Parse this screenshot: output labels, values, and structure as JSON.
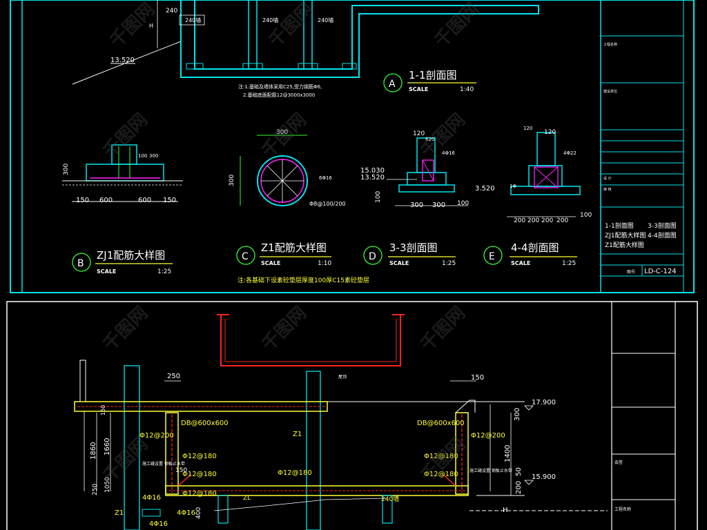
{
  "colors": {
    "background": "#000000",
    "frame": "#00e5ee",
    "dimension": "#ffffff",
    "concrete": "#00e5ee",
    "rebar": "#ff22ff",
    "rebar_yellow": "#ffff33",
    "tank_red": "#ff2222",
    "green": "#33ff33",
    "watermark": "#4a4a4a"
  },
  "watermark": "千图网",
  "top_sheet": {
    "elevation_label": "13.520",
    "tag_240": "240",
    "tag_240_wall": "240墙",
    "h_label": "H",
    "section_1_1": {
      "marker": "A",
      "title": "1-1剖面图",
      "scale_label": "SCALE",
      "scale_value": "1:40"
    },
    "note_1": "注:1.基础及墙体采用C25,受力钢筋Φ6,",
    "note_2": "2.基础底面配筋12@3000x3000",
    "details": [
      {
        "marker": "B",
        "title": "ZJ1配筋大样图",
        "scale_label": "SCALE",
        "scale_value": "1:25"
      },
      {
        "marker": "C",
        "title": "Z1配筋大样图",
        "scale_label": "SCALE",
        "scale_value": "1:10"
      },
      {
        "marker": "D",
        "title": "3-3剖面图",
        "scale_label": "SCALE",
        "scale_value": "1:25"
      },
      {
        "marker": "E",
        "title": "4-4剖面图",
        "scale_label": "SCALE",
        "scale_value": "1:25"
      }
    ],
    "zj1_dims": {
      "height": "300",
      "left": "150",
      "mid_left": "600",
      "mid_right": "600",
      "right": "150",
      "top_a": "100",
      "top_b": "300"
    },
    "z1_dims": {
      "width": "300",
      "height": "300",
      "ring": "6Φ16",
      "stirrup": "Φ8@100/200"
    },
    "s33_dims": {
      "top": "120",
      "a": "620",
      "b": "4Φ16",
      "elev_1": "15.030",
      "elev_2": "13.520",
      "bot_a": "100",
      "bot_b": "300",
      "bot_c": "300",
      "bot_d": "100"
    },
    "s44_dims": {
      "top_a": "120",
      "top_b": "120",
      "side": "4Φ22",
      "elev": "3.520",
      "tag": "1Φ",
      "bot_1": "200",
      "bot_2": "200",
      "bot_3": "200",
      "bot_4": "200",
      "bot_5": "100"
    },
    "footer_note": "注:各基础下设素砼垫层厚度100厚C15素砼垫层",
    "title_block": {
      "rows": [
        "工程名称",
        "",
        "建设单位",
        "",
        "",
        "设 计",
        "审 核"
      ],
      "drawing_list": [
        "1-1剖面图",
        "3-3剖面图",
        "ZJ1配筋大样图",
        "4-4剖面图",
        "Z1配筋大样图"
      ],
      "sheet_label": "图号",
      "sheet_no": "LD-C-124"
    }
  },
  "bottom_sheet": {
    "dims": {
      "top_250": "250",
      "top_150": "150",
      "roof_label": "屋顶",
      "elev_top": "17.900",
      "elev_mid": "15.900",
      "left_1860": "1860",
      "left_1660": "1660",
      "left_150": "150",
      "left_1050": "1050",
      "left_250": "250",
      "right_300": "300",
      "right_1400": "1400",
      "right_50": "50",
      "right_200": "200",
      "right_h": "H",
      "left_400": "400"
    },
    "rebar_labels": {
      "beam_left": "DB@600x600",
      "beam_right": "DB@600x600",
      "l1": "Φ12@200",
      "l2": "Φ12@180",
      "l3": "Φ12@180",
      "l4": "Φ12@180",
      "r1": "Φ12@200",
      "r2": "Φ12@180",
      "r3": "Φ12@180",
      "m1": "Φ12@180",
      "z1": "Z1",
      "z1b": "Z1",
      "zl": "ZL",
      "d1": "4Φ16",
      "d2": "4Φ16",
      "t1": "4Φ16",
      "w240": "240墙",
      "ann_left": "施工缝设置 钢板止水带",
      "ann_right": "施工缝设置 钢板止水带",
      "ann_150": "150"
    },
    "title_block": {
      "row_1": "会签",
      "row_2": "工程名称"
    }
  }
}
